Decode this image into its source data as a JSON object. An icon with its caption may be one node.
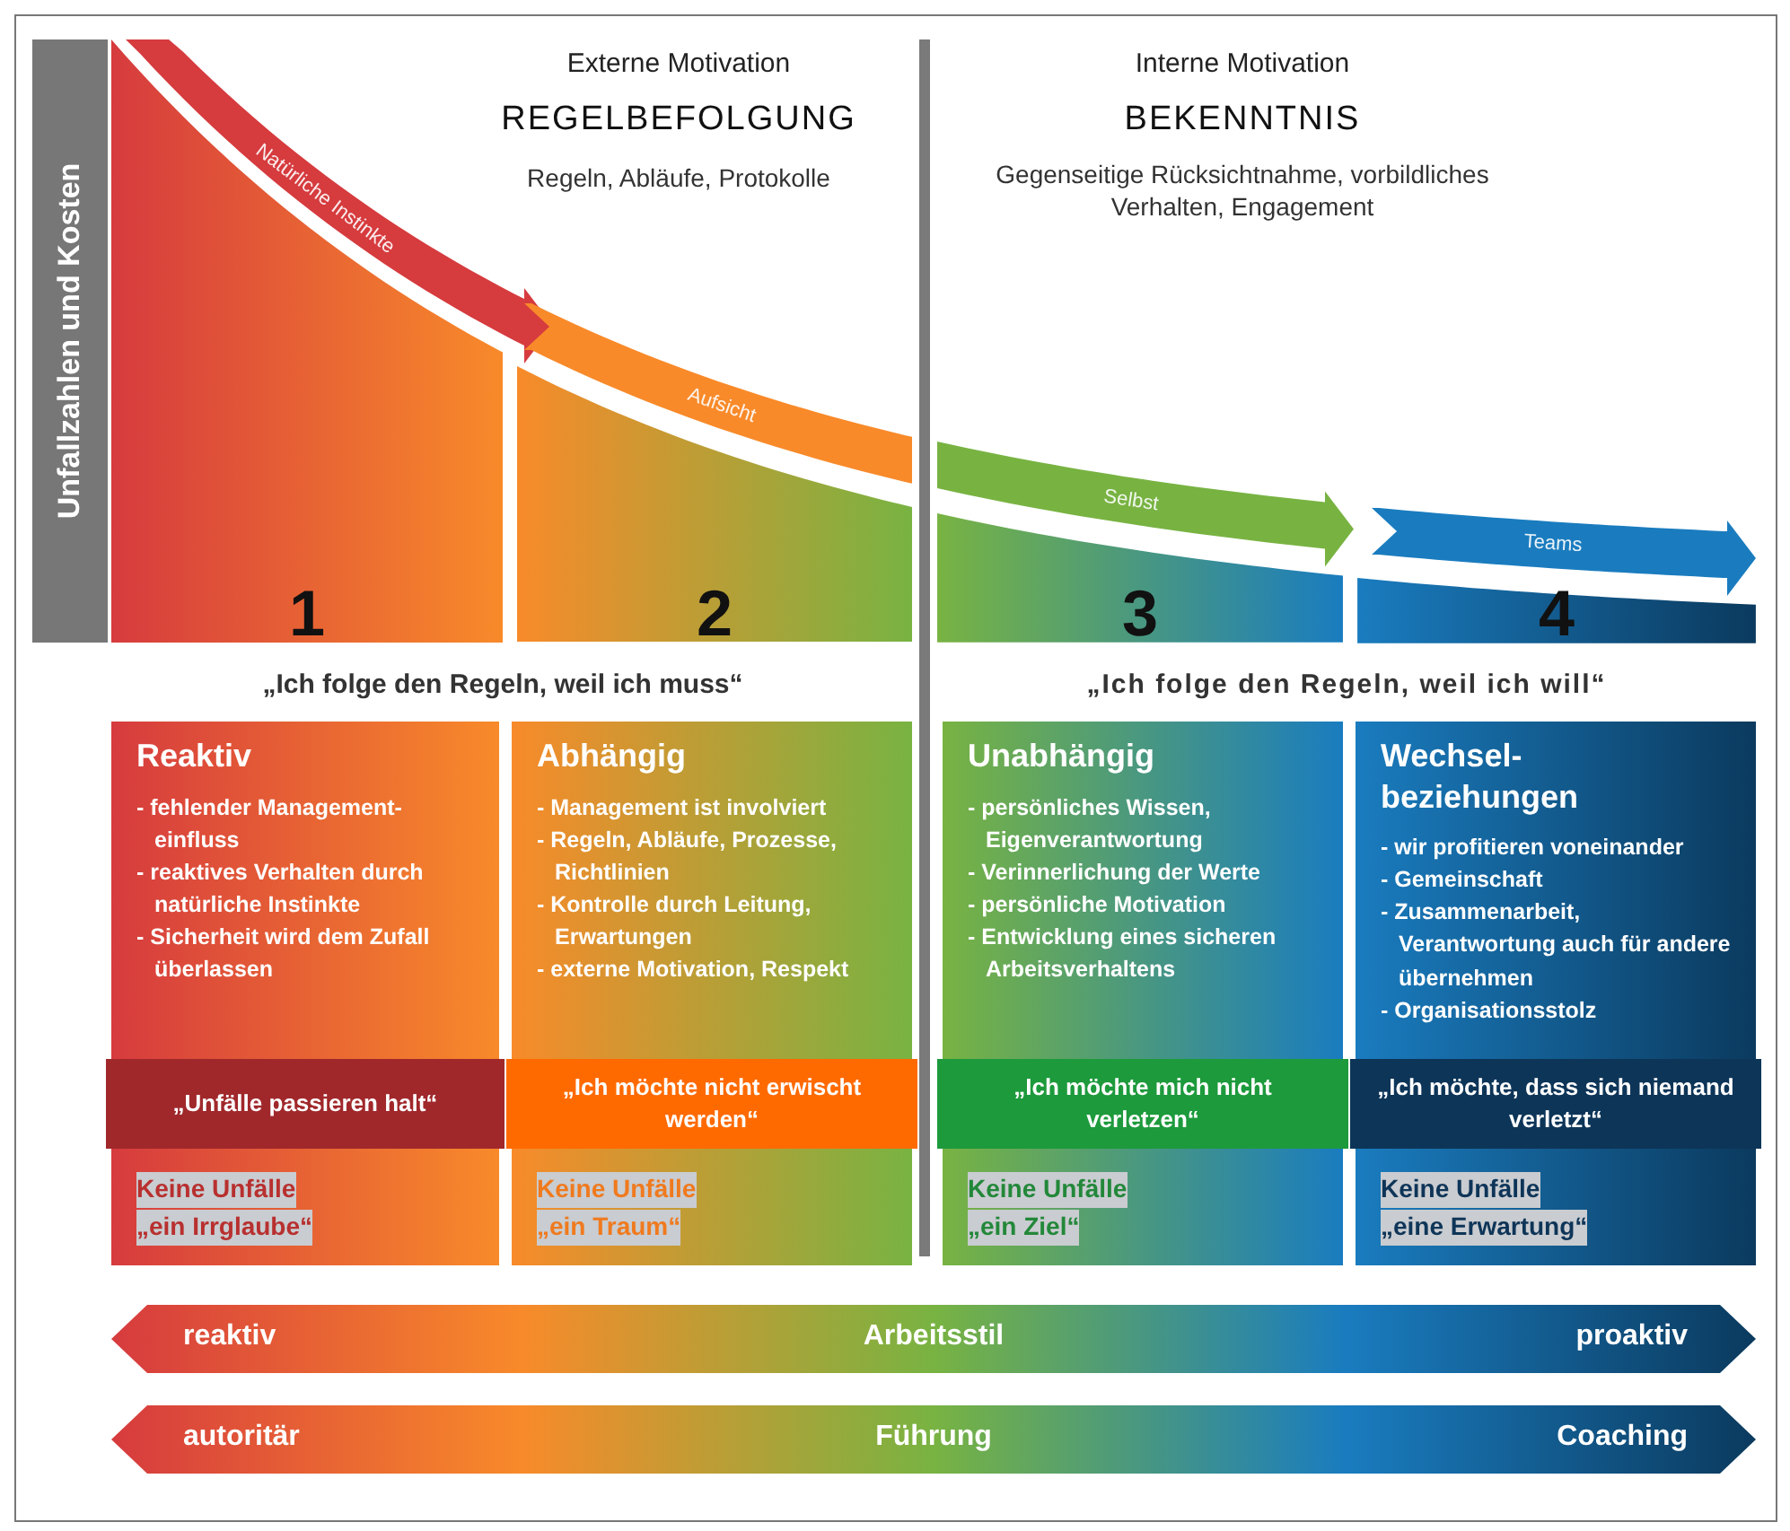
{
  "diagram": {
    "nodes": [
      {
        "text": [
          "Unfallzahlen und Kosten"
        ]
      },
      {
        "text": [
          "Natürliche Instinkte"
        ]
      },
      {
        "text": [
          "Aufsicht"
        ]
      },
      {
        "text": [
          "Selbst"
        ]
      },
      {
        "text": [
          "Teams"
        ]
      },
      {
        "text": [
          "1"
        ]
      },
      {
        "text": [
          "2"
        ]
      },
      {
        "text": [
          "3"
        ]
      },
      {
        "text": [
          "4"
        ]
      },
      {
        "text": [
          "Reaktiv",
          "- fehlender Management-einfluss",
          "- reaktives Verhalten durch natürliche Instinkte",
          "- Sicherheit wird dem Zufall überlassen",
          "Keine Unfälle",
          "„ein Irrglaube“"
        ]
      },
      {
        "text": [
          "Abhängig",
          "- Management ist involviert",
          "- Regeln, Abläufe, Prozesse, Richtlinien",
          "- Kontrolle durch Leitung, Erwartungen",
          "- externe Motivation, Respekt",
          "Keine Unfälle",
          "„ein Traum“"
        ]
      },
      {
        "text": [
          "Unabhängig",
          "- persönliches Wissen, Eigenverantwortung",
          "- Verinnerlichung der Werte",
          "- persönliche Motivation",
          "- Entwicklung eines sicheren Arbeitsverhaltens",
          "Keine Unfälle",
          "„ein Ziel“"
        ]
      },
      {
        "text": [
          "Wechsel-beziehungen",
          "- wir profitieren voneinander",
          "- Gemeinschaft",
          "- Zusammenarbeit, Verantwortung auch für andere übernehmen",
          "- Organisationsstolz",
          "Keine Unfälle",
          "„eine Erwartung“"
        ]
      },
      {
        "text": [
          "„Unfälle passieren halt“"
        ],
        "in": 9
      },
      {
        "text": [
          "„Ich möchte nicht erwischt werden“"
        ],
        "in": 10
      },
      {
        "text": [
          "„Ich möchte mich nicht verletzen“"
        ],
        "in": 11
      },
      {
        "text": [
          "„Ich möchte, dass sich niemand verletzt“"
        ],
        "in": 12
      },
      {
        "text": [
          "reaktiv",
          "Arbeitsstil",
          "proaktiv"
        ]
      },
      {
        "text": [
          "autoritär",
          "Führung",
          "Coaching"
        ]
      }
    ],
    "labels": [
      "Externe Motivation",
      "REGELBEFOLGUNG",
      "Regeln, Abläufe, Protokolle",
      "Interne Motivation",
      "BEKENNTNIS",
      "Gegenseitige Rücksichtnahme, vorbildliches Verhalten, Engagement",
      "„Ich folge den Regeln, weil ich muss“",
      "„Ich folge den Regeln, weil ich will“"
    ]
  }
}
